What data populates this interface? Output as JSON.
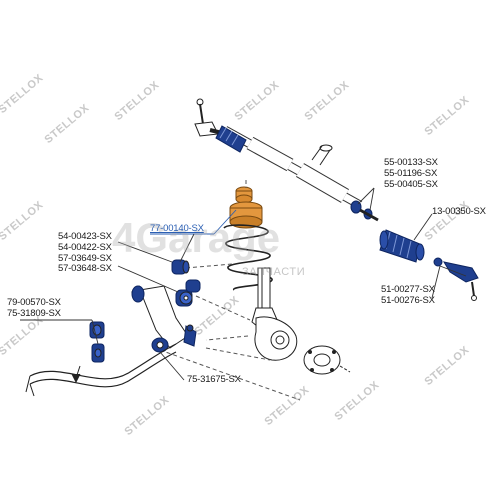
{
  "watermark": {
    "brand": "4Garage",
    "tagline": "ЗАПЧАСТИ",
    "tile_text": "STELLOX"
  },
  "labels": {
    "strut_mount": "77-00140-SX",
    "rack_boot": [
      "55-00133-SX",
      "55-01196-SX",
      "55-00405-SX"
    ],
    "tie_rod": "13-00350-SX",
    "tie_rod_end": [
      "51-00277-SX",
      "51-00276-SX"
    ],
    "arm_bushings": [
      "54-00423-SX",
      "54-00422-SX",
      "57-03649-SX",
      "57-03648-SX"
    ],
    "stabilizer": [
      "79-00570-SX",
      "75-31809-SX"
    ],
    "control_arm": "75-31675-SX"
  },
  "colors": {
    "part_blue": "#1f3f8f",
    "part_blue_light": "#3a63c9",
    "part_orange": "#e3973e",
    "line": "#222222",
    "watermark": "#c9c9c9"
  }
}
